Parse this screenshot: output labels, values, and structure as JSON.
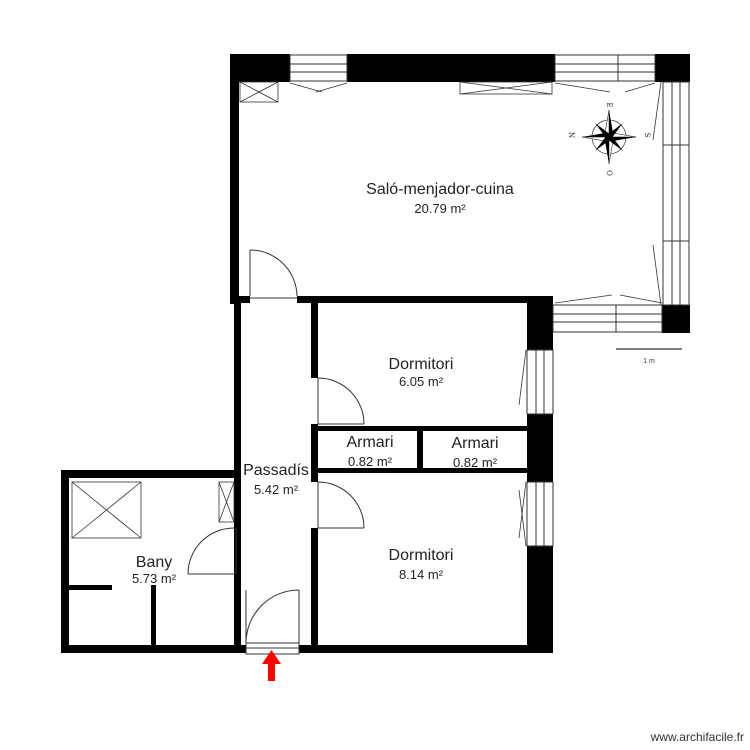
{
  "rooms": {
    "salo": {
      "name": "Saló-menjador-cuina",
      "area": "20.79 m²"
    },
    "dormitori1": {
      "name": "Dormitori",
      "area": "6.05 m²"
    },
    "armari1": {
      "name": "Armari",
      "area": "0.82 m²"
    },
    "armari2": {
      "name": "Armari",
      "area": "0.82 m²"
    },
    "passadis": {
      "name": "Passadís",
      "area": "5.42 m²"
    },
    "dormitori2": {
      "name": "Dormitori",
      "area": "8.14 m²"
    },
    "bany": {
      "name": "Bany",
      "area": "5.73 m²"
    }
  },
  "compass": {
    "n": "N",
    "s": "S",
    "e": "E",
    "o": "O"
  },
  "scale": {
    "label": "1 m"
  },
  "credit": "www.archifacile.fr",
  "colors": {
    "wall": "#000000",
    "entrance_arrow": "#ff0000",
    "line": "#333333"
  }
}
